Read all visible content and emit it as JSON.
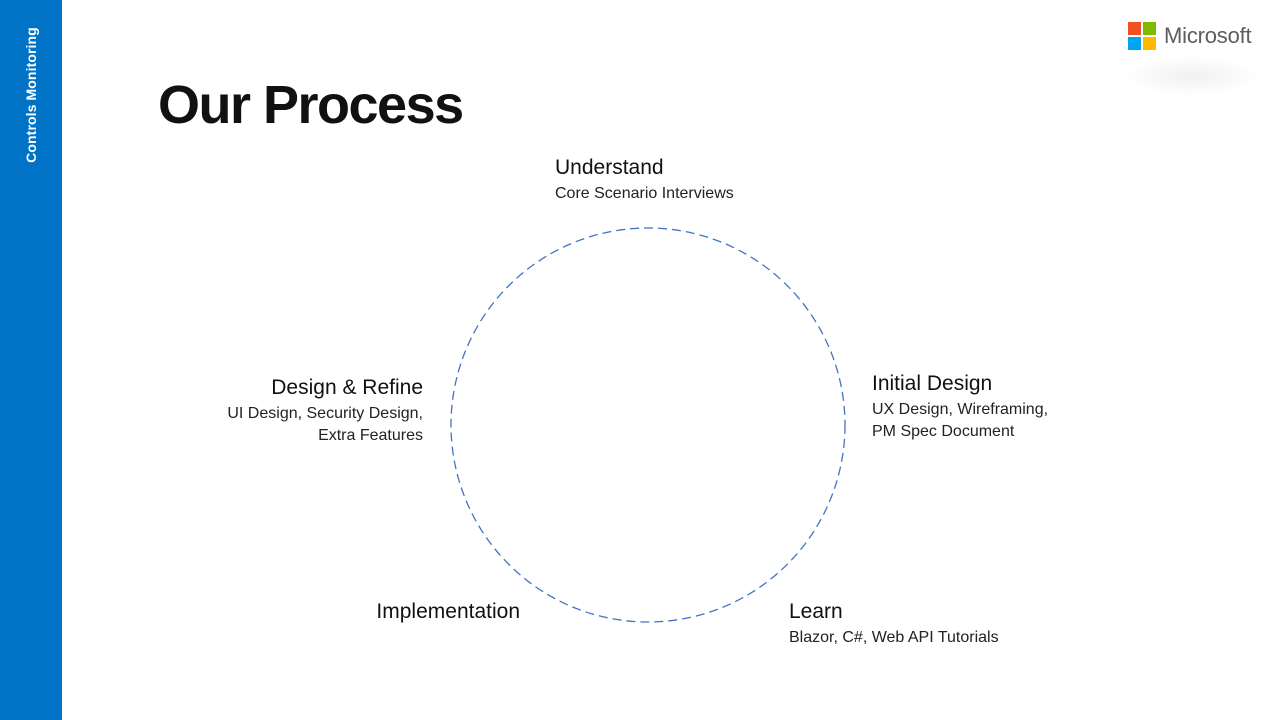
{
  "sidebar": {
    "label": "Controls Monitoring",
    "color": "#0073c6"
  },
  "logo": {
    "text": "Microsoft",
    "icon": "microsoft-logo-icon",
    "colors": [
      "#f25022",
      "#7fba00",
      "#00a4ef",
      "#ffb900"
    ]
  },
  "title": "Our Process",
  "cycle": {
    "style": "dashed-circle",
    "color": "#4472c4",
    "stages": [
      {
        "name": "Understand",
        "desc1": "Core Scenario Interviews",
        "desc2": ""
      },
      {
        "name": "Initial Design",
        "desc1": "UX Design, Wireframing,",
        "desc2": "PM Spec Document"
      },
      {
        "name": "Learn",
        "desc1": "Blazor, C#, Web API Tutorials",
        "desc2": ""
      },
      {
        "name": "Implementation",
        "desc1": "",
        "desc2": ""
      },
      {
        "name": "Design & Refine",
        "desc1": "UI Design, Security Design,",
        "desc2": "Extra Features"
      }
    ]
  }
}
